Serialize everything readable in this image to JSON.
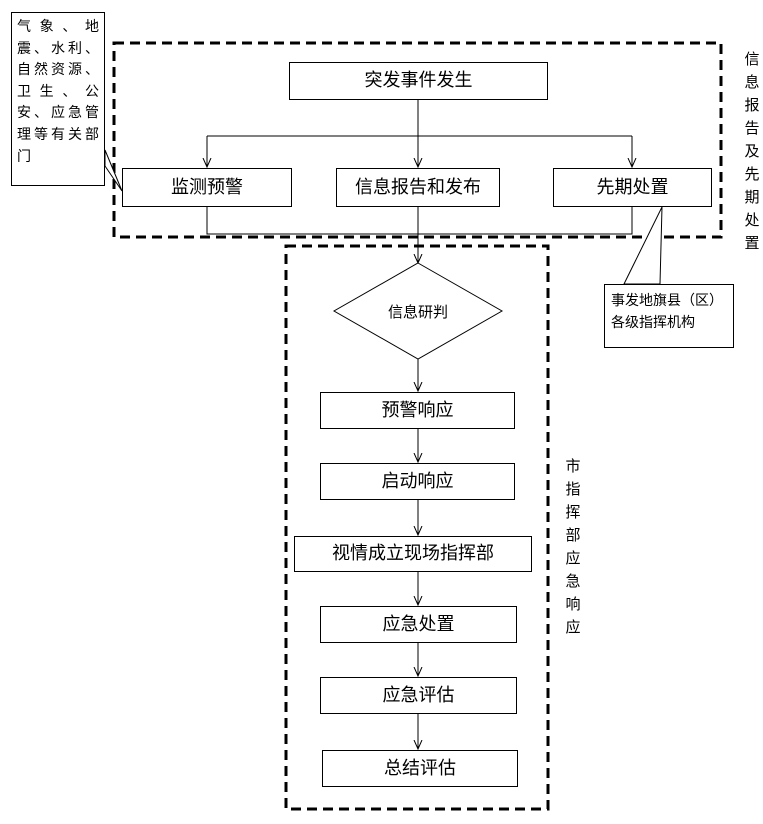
{
  "top_group": {
    "event": "突发事件发生",
    "monitor": "监测预警",
    "info_report": "信息报告和发布",
    "initial": "先期处置",
    "side_label": "信息报告及先期处置"
  },
  "note_left": {
    "text": "气象、地震、水利、自然资源、卫生、公安、应急管理等有关部门"
  },
  "note_right": {
    "text": "事发地旗县（区）各级指挥机构"
  },
  "bottom_group": {
    "judge": "信息研判",
    "steps": [
      "预警响应",
      "启动响应",
      "视情成立现场指挥部",
      "应急处置",
      "应急评估",
      "总结评估"
    ],
    "side_label": "市指挥部应急响应"
  }
}
